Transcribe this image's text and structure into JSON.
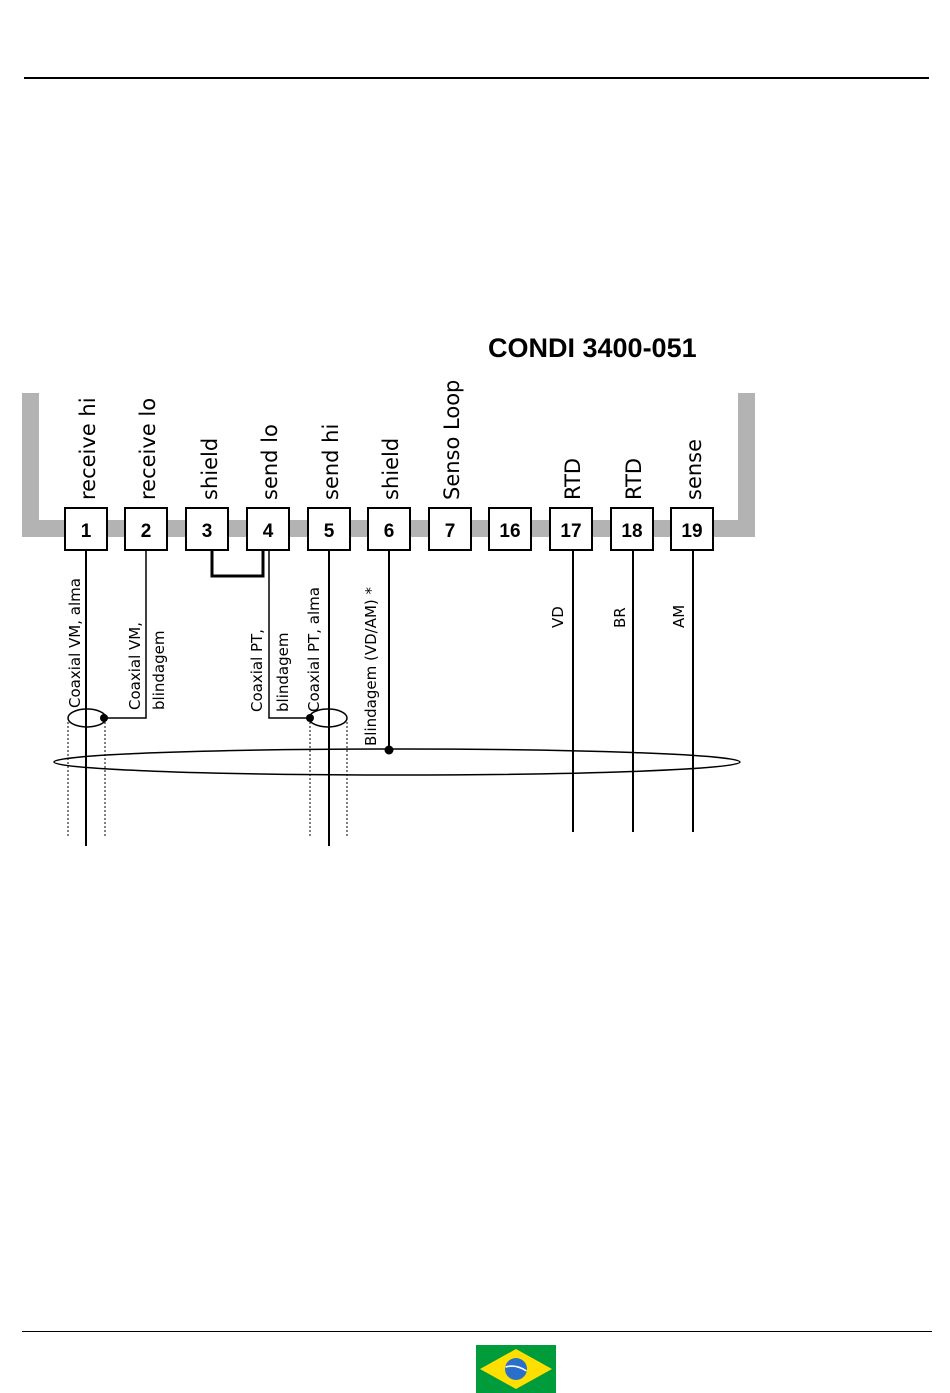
{
  "title": "CONDI 3400-051",
  "terminals": [
    {
      "num": "1",
      "label": "receive hi"
    },
    {
      "num": "2",
      "label": "receive lo"
    },
    {
      "num": "3",
      "label": "shield"
    },
    {
      "num": "4",
      "label": "send lo"
    },
    {
      "num": "5",
      "label": "send hi"
    },
    {
      "num": "6",
      "label": "shield"
    },
    {
      "num": "7",
      "label": "Senso Loop"
    },
    {
      "num": "16",
      "label": ""
    },
    {
      "num": "17",
      "label": "RTD"
    },
    {
      "num": "18",
      "label": "RTD"
    },
    {
      "num": "19",
      "label": "sense"
    }
  ],
  "wires": {
    "coax_vm_core": "Coaxial VM, alma",
    "coax_vm_shield_1": "Coaxial VM,",
    "coax_vm_shield_2": "blindagem",
    "coax_pt_shield_1": "Coaxial PT,",
    "coax_pt_shield_2": "blindagem",
    "coax_pt_core": "Coaxial PT, alma",
    "cable_shield": "Blindagem (VD/AM) *",
    "vd": "VD",
    "br": "BR",
    "am": "AM"
  },
  "colors": {
    "rail": "#b3b3b3",
    "flag_green": "#009c3b",
    "flag_yellow": "#ffdf00",
    "flag_blue": "#2a6fc9"
  }
}
